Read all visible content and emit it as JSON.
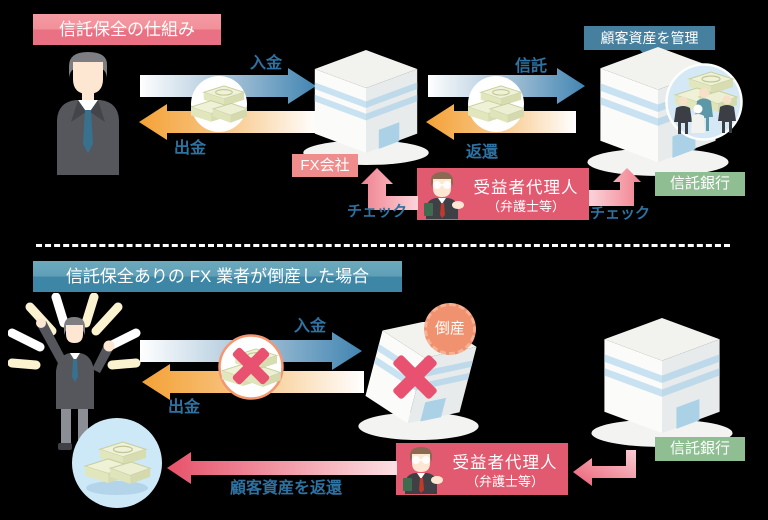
{
  "colors": {
    "background": "#000000",
    "arrow_blue": "#4285b2",
    "arrow_orange": "#f4a136",
    "label_blue": "#2e72a2",
    "agent_box_pink": "#e25a70",
    "fx_tag_salmon": "#ef8d8d",
    "bank_tag_green": "#8ebe91",
    "manage_tag_blue": "#46809e",
    "header1_pink": "#e97183",
    "header2_teal": "#3e86a5",
    "bankruptcy_circle": "#f0916f",
    "cross_pink": "#e8516f",
    "money_bill": "#eff2d6",
    "circle_light_blue": "#cde9f7"
  },
  "s1": {
    "title": "信託保全の仕組み",
    "deposit_label": "入金",
    "withdraw_label": "出金",
    "trust_label": "信託",
    "return_label": "返還",
    "fx_company_label": "FX会社",
    "manage_assets_label": "顧客資産を管理",
    "trust_bank_label": "信託銀行",
    "agent_name": "受益者代理人",
    "agent_sub": "（弁護士等）",
    "check_left": "チェック",
    "check_right": "チェック"
  },
  "s2": {
    "title": "信託保全ありの FX 業者が倒産した場合",
    "deposit_label": "入金",
    "withdraw_label": "出金",
    "bankruptcy_label": "倒産",
    "trust_bank_label": "信託銀行",
    "agent_name": "受益者代理人",
    "agent_sub": "（弁護士等）",
    "return_assets_label": "顧客資産を返還"
  }
}
